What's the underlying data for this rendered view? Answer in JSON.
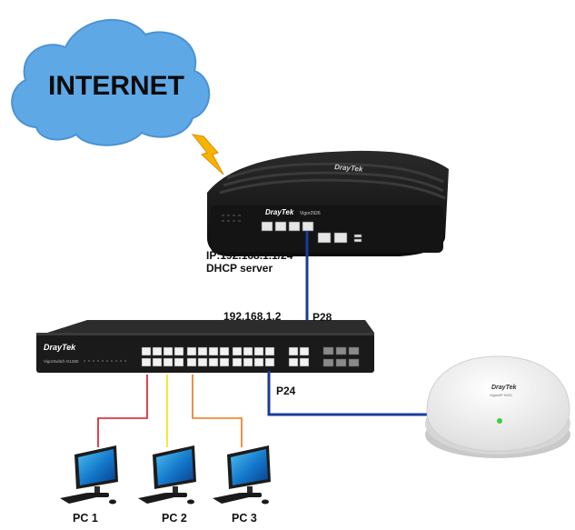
{
  "cloud": {
    "label": "INTERNET",
    "color": "#5fa8e6"
  },
  "router": {
    "brand": "DrayTek",
    "model": "Vigor2926",
    "ip_line": "IP:192.168.1.1/24",
    "role_line": "DHCP server"
  },
  "switch": {
    "brand": "DrayTek",
    "model": "VigorSwitch G1280",
    "ip": "192.168.1.2",
    "uplink_port": "P28",
    "ap_port": "P24"
  },
  "access_point": {
    "brand": "DrayTek",
    "model": "VigorAP 912C"
  },
  "pcs": [
    {
      "label": "PC 1",
      "cable_color": "#d9161e"
    },
    {
      "label": "PC 2",
      "cable_color": "#f2e300"
    },
    {
      "label": "PC 3",
      "cable_color": "#e8761b"
    }
  ],
  "link_colors": {
    "uplink": "#1a3a9c",
    "ap": "#1a3a9c",
    "wireless": "#f5b400"
  }
}
